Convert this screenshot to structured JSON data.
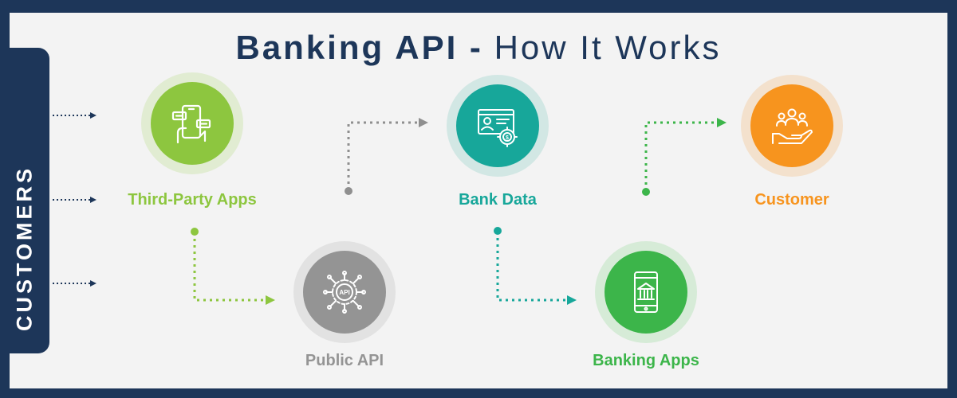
{
  "title": {
    "bold": "Banking API -",
    "light": "How It Works"
  },
  "sidebar": {
    "label": "CUSTOMERS"
  },
  "nodes": {
    "third_party": {
      "label": "Third-Party Apps",
      "icon": "phone-chat-icon",
      "color": "#8dc63f",
      "ring": "#e1ecd2"
    },
    "public_api": {
      "label": "Public API",
      "icon": "api-network-icon",
      "color": "#949494",
      "ring": "#e2e2e2"
    },
    "bank_data": {
      "label": "Bank Data",
      "icon": "id-card-gear-icon",
      "color": "#17a79a",
      "ring": "#d2e7e4"
    },
    "banking_apps": {
      "label": "Banking Apps",
      "icon": "mobile-bank-icon",
      "color": "#3cb54a",
      "ring": "#d6ebd7"
    },
    "customer": {
      "label": "Customer",
      "icon": "people-hand-icon",
      "color": "#f7941e",
      "ring": "#f3e1cd"
    }
  },
  "colors": {
    "navy": "#1d3659",
    "background": "#f3f3f3"
  }
}
